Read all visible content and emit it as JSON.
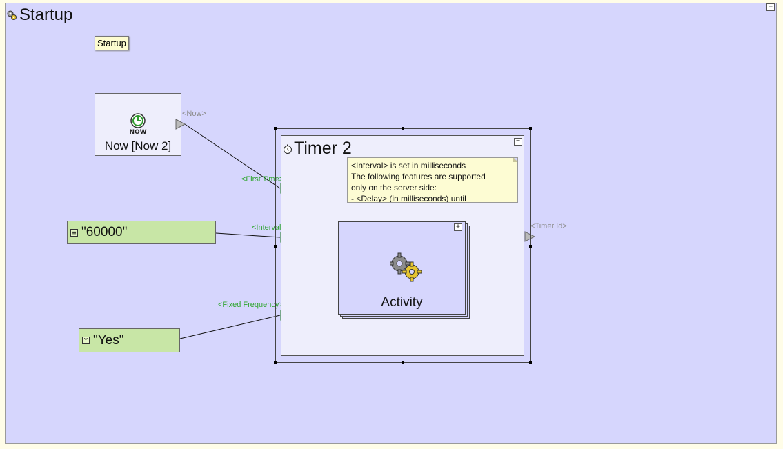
{
  "canvas": {
    "title": "Startup",
    "collapse_glyph": "−",
    "tooltip_label": "Startup"
  },
  "now_block": {
    "icon_text": "NOW",
    "label": "Now [Now 2]",
    "port_label": "<Now>"
  },
  "timer": {
    "title": "Timer 2",
    "collapse_glyph": "−",
    "ports": {
      "first_time": "<First Time>",
      "interval": "<Interval>",
      "fixed_frequency": "<Fixed Frequency>",
      "timer_id": "<Timer Id>"
    },
    "note_lines": [
      "<Interval> is set in milliseconds",
      "The following features are supported",
      "only on the server side:",
      "- <Delay> (in milliseconds) until"
    ],
    "activity": {
      "label": "Activity",
      "expand_glyph": "+"
    }
  },
  "values": {
    "interval_value": "\"60000\"",
    "fixed_frequency_value": "\"Yes\"",
    "yes_icon": "Y"
  },
  "colors": {
    "canvas_bg": "#d6d6fd",
    "port_active": "#33cc33",
    "port_inactive": "#bbbbbb",
    "value_bg": "#c8e6a6",
    "note_bg": "#fdfcd3"
  }
}
